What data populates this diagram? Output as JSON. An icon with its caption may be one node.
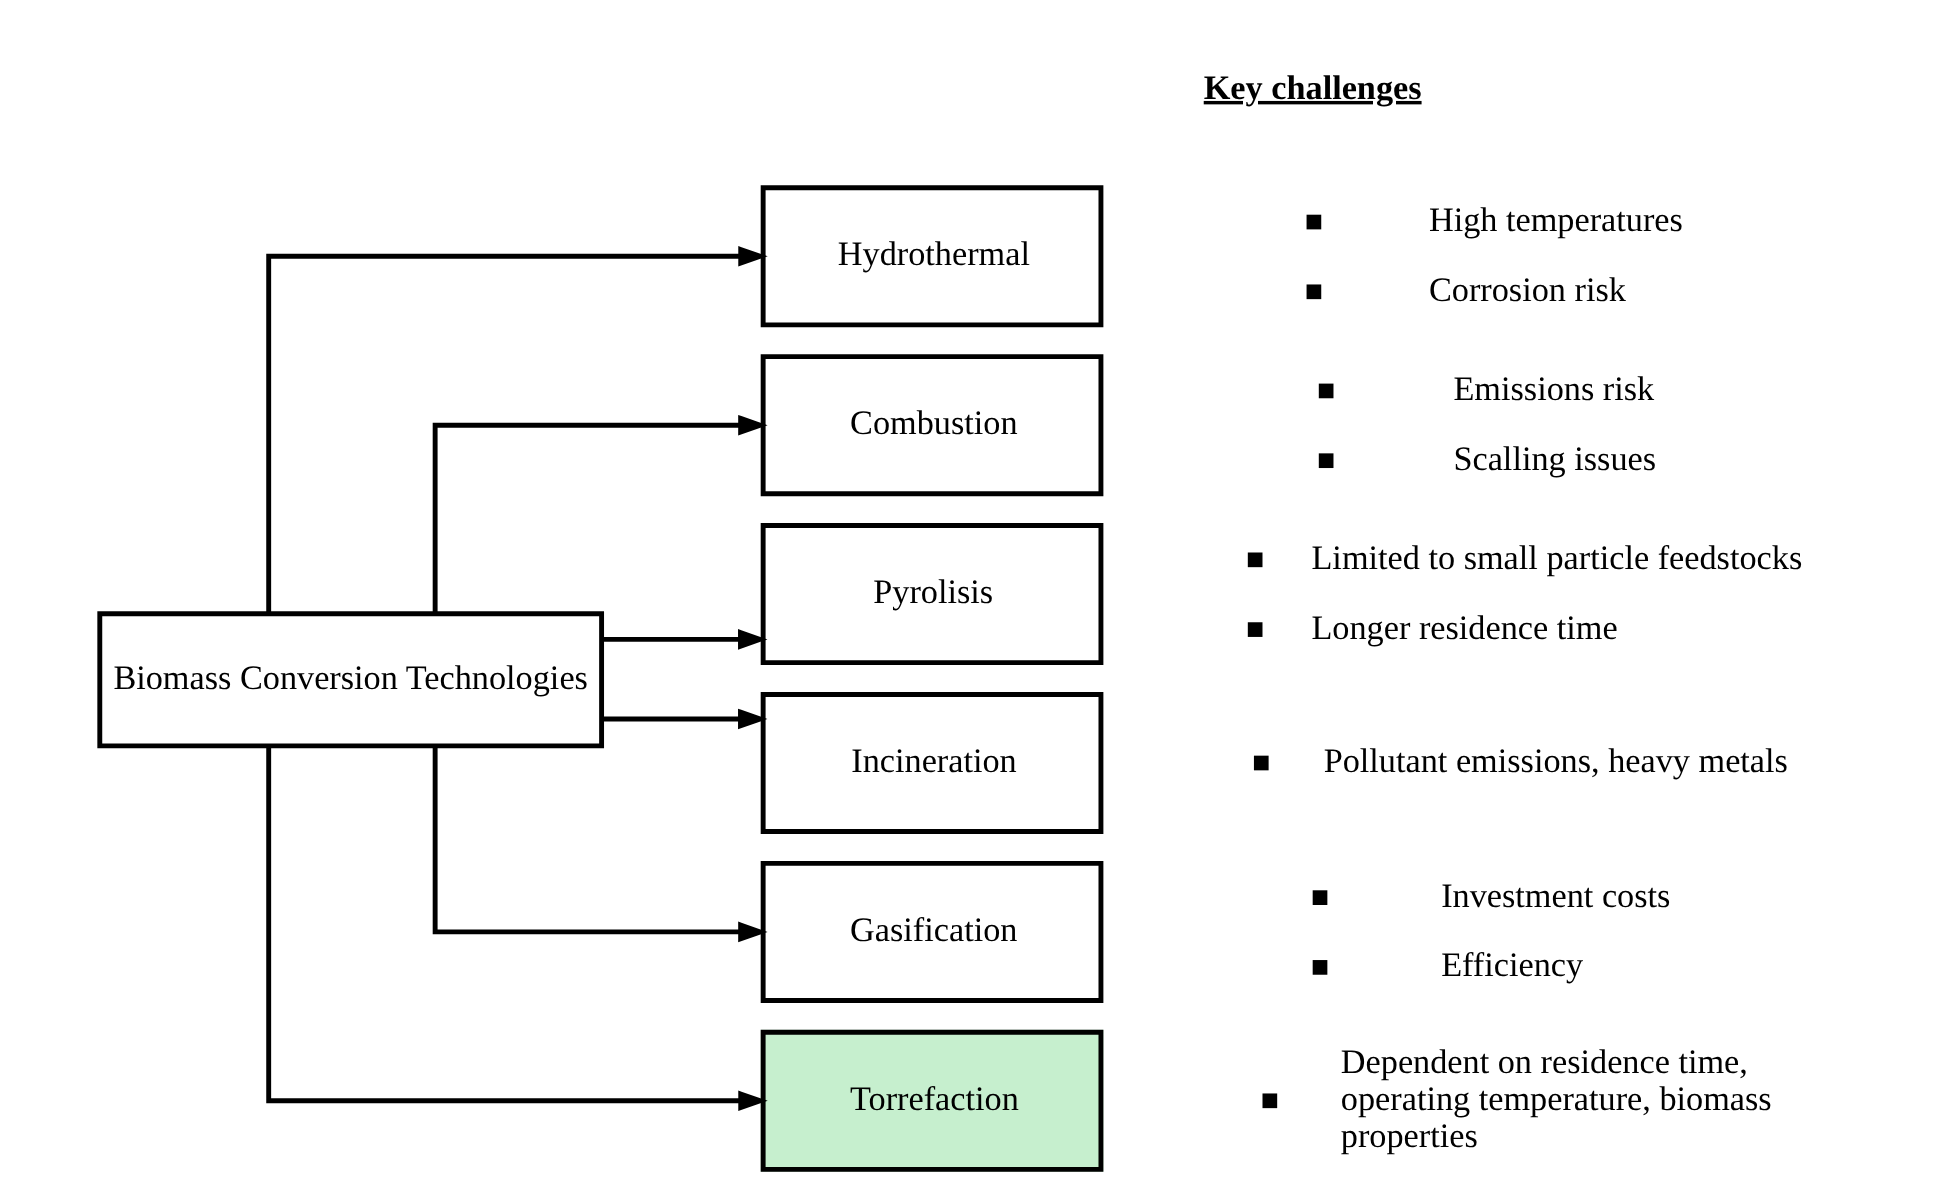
{
  "diagram": {
    "nodes": [
      {
        "text": [
          "Biomass Conversion Technologies"
        ]
      },
      {
        "text": [
          "Hydrothermal"
        ],
        "beside": [
          "High temperatures",
          "Corrosion risk"
        ]
      },
      {
        "text": [
          "Combustion"
        ],
        "beside": [
          "Emissions risk",
          "Scalling issues"
        ]
      },
      {
        "text": [
          "Pyrolisis"
        ],
        "beside": [
          "Limited to small particle feedstocks",
          "Longer residence time"
        ]
      },
      {
        "text": [
          "Incineration"
        ],
        "beside": [
          "Pollutant emissions, heavy metals"
        ]
      },
      {
        "text": [
          "Gasification"
        ],
        "beside": [
          "Investment costs",
          "Efficiency"
        ]
      },
      {
        "text": [
          "Torrefaction"
        ],
        "beside": [
          "Dependent on residence time, operating temperature, biomass properties"
        ]
      }
    ],
    "edges": [
      {
        "from": 0,
        "to": 1,
        "arrow": "to"
      },
      {
        "from": 0,
        "to": 2,
        "arrow": "to"
      },
      {
        "from": 0,
        "to": 3,
        "arrow": "to"
      },
      {
        "from": 0,
        "to": 4,
        "arrow": "to"
      },
      {
        "from": 0,
        "to": 5,
        "arrow": "to"
      },
      {
        "from": 0,
        "to": 6,
        "arrow": "to"
      }
    ],
    "labels": [
      "Key challenges"
    ]
  }
}
